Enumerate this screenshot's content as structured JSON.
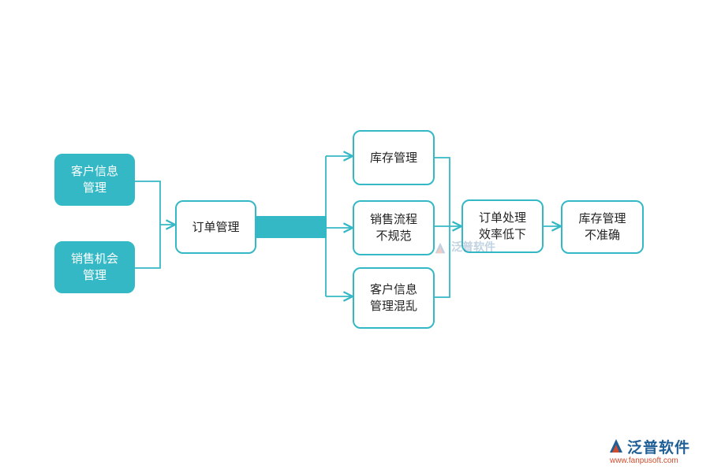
{
  "colors": {
    "accent": "#35b8c6",
    "node_text": "#222222",
    "logo_text": "#1f5f95",
    "logo_url": "#d04a2b"
  },
  "nodes": {
    "customer_info_mgmt": [
      "客户信息",
      "管理"
    ],
    "sales_opportunity_mgmt": [
      "销售机会",
      "管理"
    ],
    "order_mgmt": [
      "订单管理"
    ],
    "inventory_mgmt": [
      "库存管理"
    ],
    "sales_process_irregular": [
      "销售流程",
      "不规范"
    ],
    "customer_info_chaos": [
      "客户信息",
      "管理混乱"
    ],
    "order_processing_inefficient": [
      "订单处理",
      "效率低下"
    ],
    "inventory_mgmt_inaccurate": [
      "库存管理",
      "不准确"
    ]
  },
  "logo": {
    "icon": "fanpu-logo-icon",
    "name": "泛普软件",
    "url": "www.fanpusoft.com"
  },
  "watermark": {
    "icon": "fanpu-logo-icon",
    "name": "泛普软件"
  }
}
